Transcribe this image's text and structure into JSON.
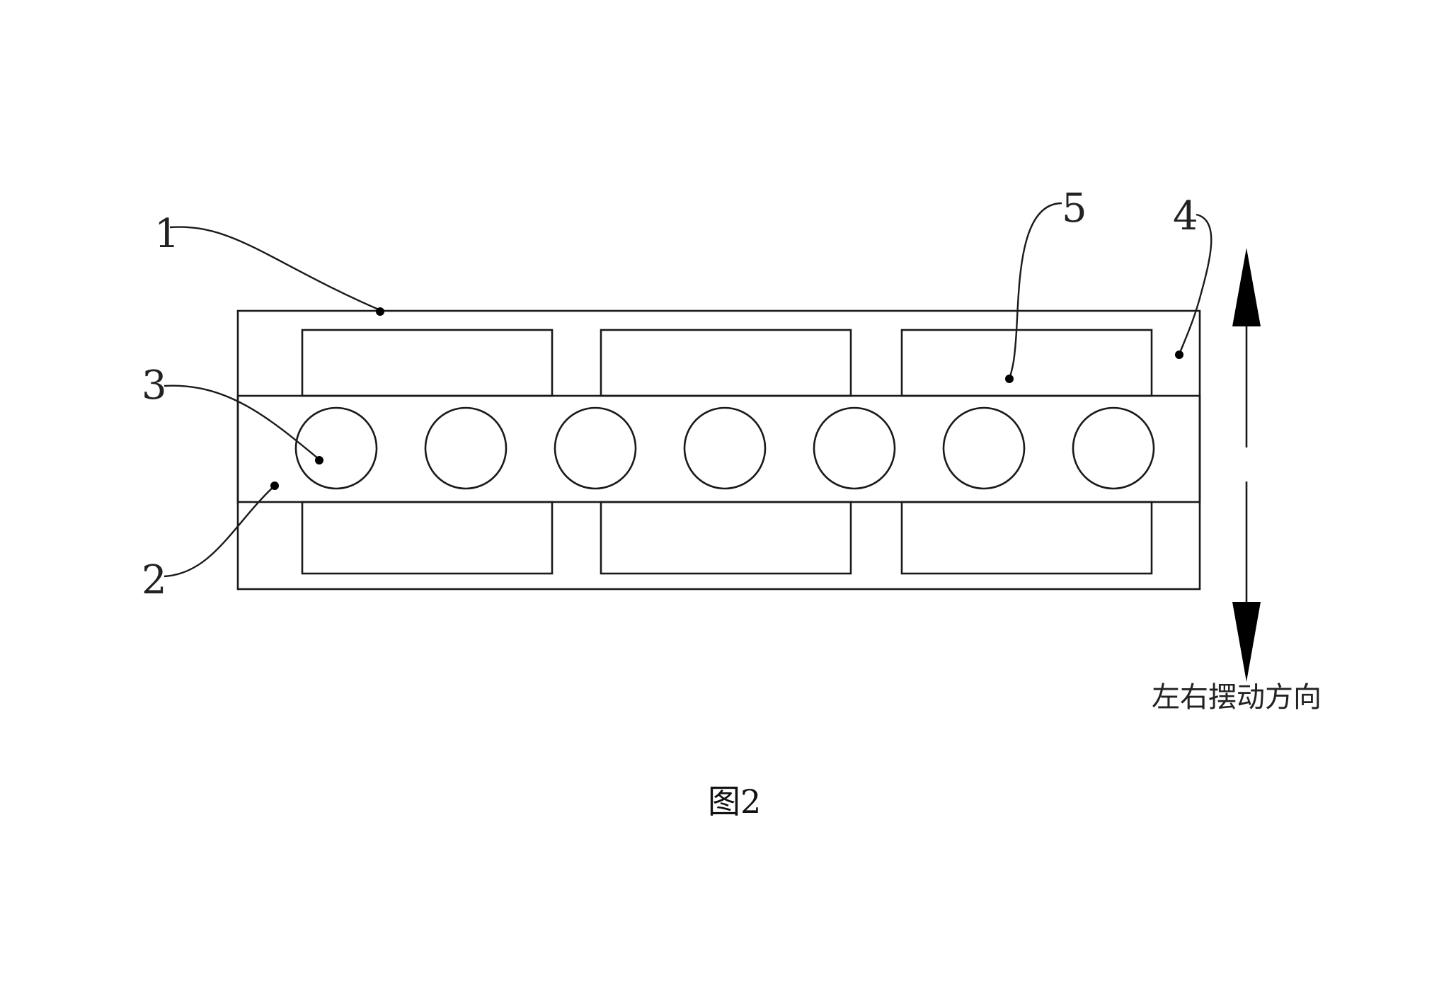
{
  "figure": {
    "caption": "图2",
    "direction_label": "左右摆动方向",
    "parts": [
      {
        "id": "1",
        "label": "1"
      },
      {
        "id": "2",
        "label": "2"
      },
      {
        "id": "3",
        "label": "3"
      },
      {
        "id": "4",
        "label": "4"
      },
      {
        "id": "5",
        "label": "5"
      }
    ],
    "circle_count": 7,
    "block_count_per_row": 3,
    "line_color": "#1a1a1a"
  }
}
